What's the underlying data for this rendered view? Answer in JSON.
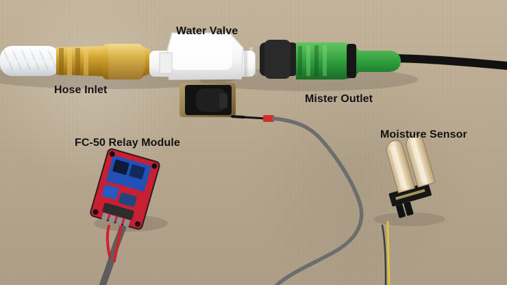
{
  "labels": {
    "water_valve": "Water Valve",
    "hose_inlet": "Hose Inlet",
    "mister_outlet": "Mister Outlet",
    "relay_module": "FC-50 Relay Module",
    "moisture_sensor": "Moisture Sensor"
  },
  "colors": {
    "background": "#b8a88f",
    "hose": "#f4f5f7",
    "brass": "#c89a26",
    "valve_white": "#f2f2f2",
    "green_fitting": "#2f9b3d",
    "relay_red": "#c91f33",
    "relay_blue": "#2051b7",
    "sensor_black": "#161616",
    "cable_gray": "#6e6e6e",
    "cable_black": "#121212"
  }
}
